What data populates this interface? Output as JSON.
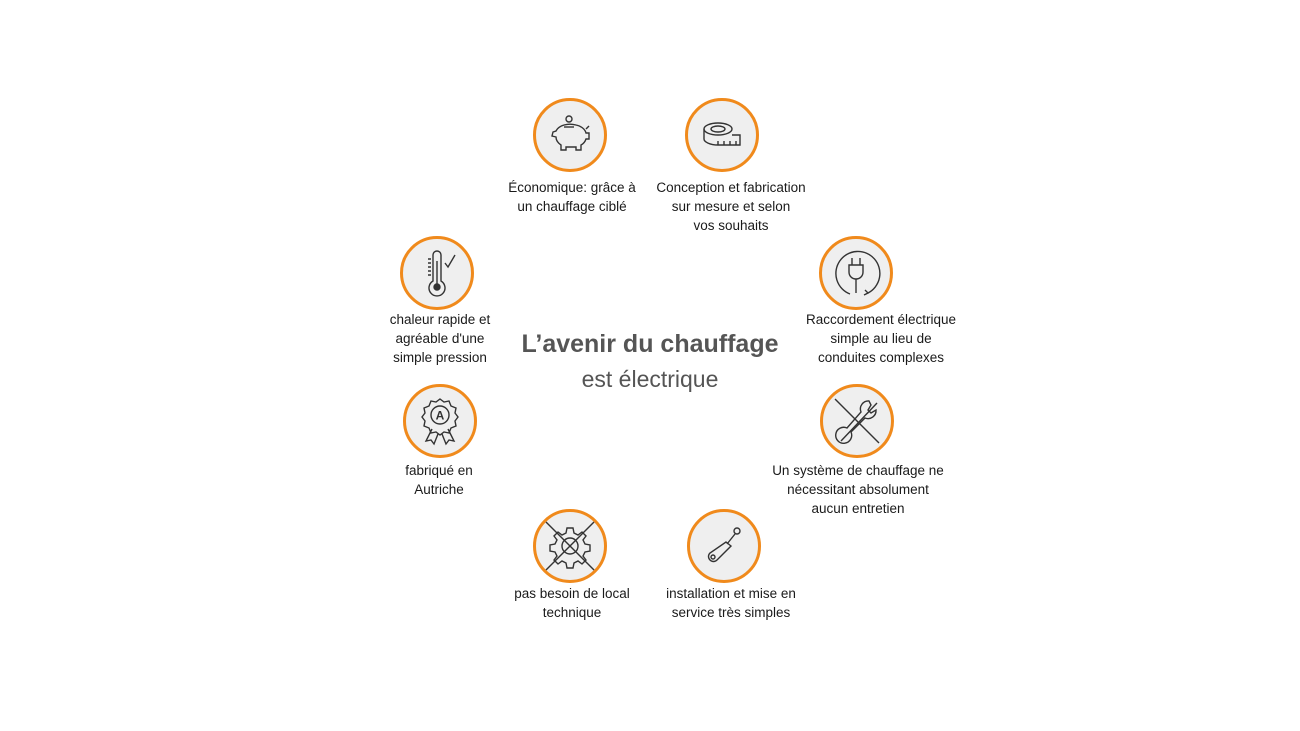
{
  "title": {
    "line1": "L’avenir du chauffage",
    "line2": "est électrique"
  },
  "accent_color": "#f08a1c",
  "features": [
    {
      "icon": "piggy-bank-icon",
      "lines": [
        "Économique: grâce à",
        "un chauffage ciblé"
      ]
    },
    {
      "icon": "measuring-tape-icon",
      "lines": [
        "Conception et fabrication",
        "sur mesure et selon",
        "vos souhaits"
      ]
    },
    {
      "icon": "plug-icon",
      "lines": [
        "Raccordement électrique",
        "simple au lieu de",
        "conduites complexes"
      ]
    },
    {
      "icon": "no-maintenance-icon",
      "lines": [
        "Un système de chauffage ne",
        "nécessitant absolument",
        "aucun entretien"
      ]
    },
    {
      "icon": "screwdriver-icon",
      "lines": [
        "installation et mise en",
        "service très simples"
      ]
    },
    {
      "icon": "no-technical-room-icon",
      "lines": [
        "pas besoin de local",
        "technique"
      ]
    },
    {
      "icon": "award-badge-icon",
      "lines": [
        "fabriqué en",
        "Autriche"
      ]
    },
    {
      "icon": "thermometer-icon",
      "lines": [
        "chaleur rapide et",
        "agréable d'une",
        "simple pression"
      ]
    }
  ]
}
